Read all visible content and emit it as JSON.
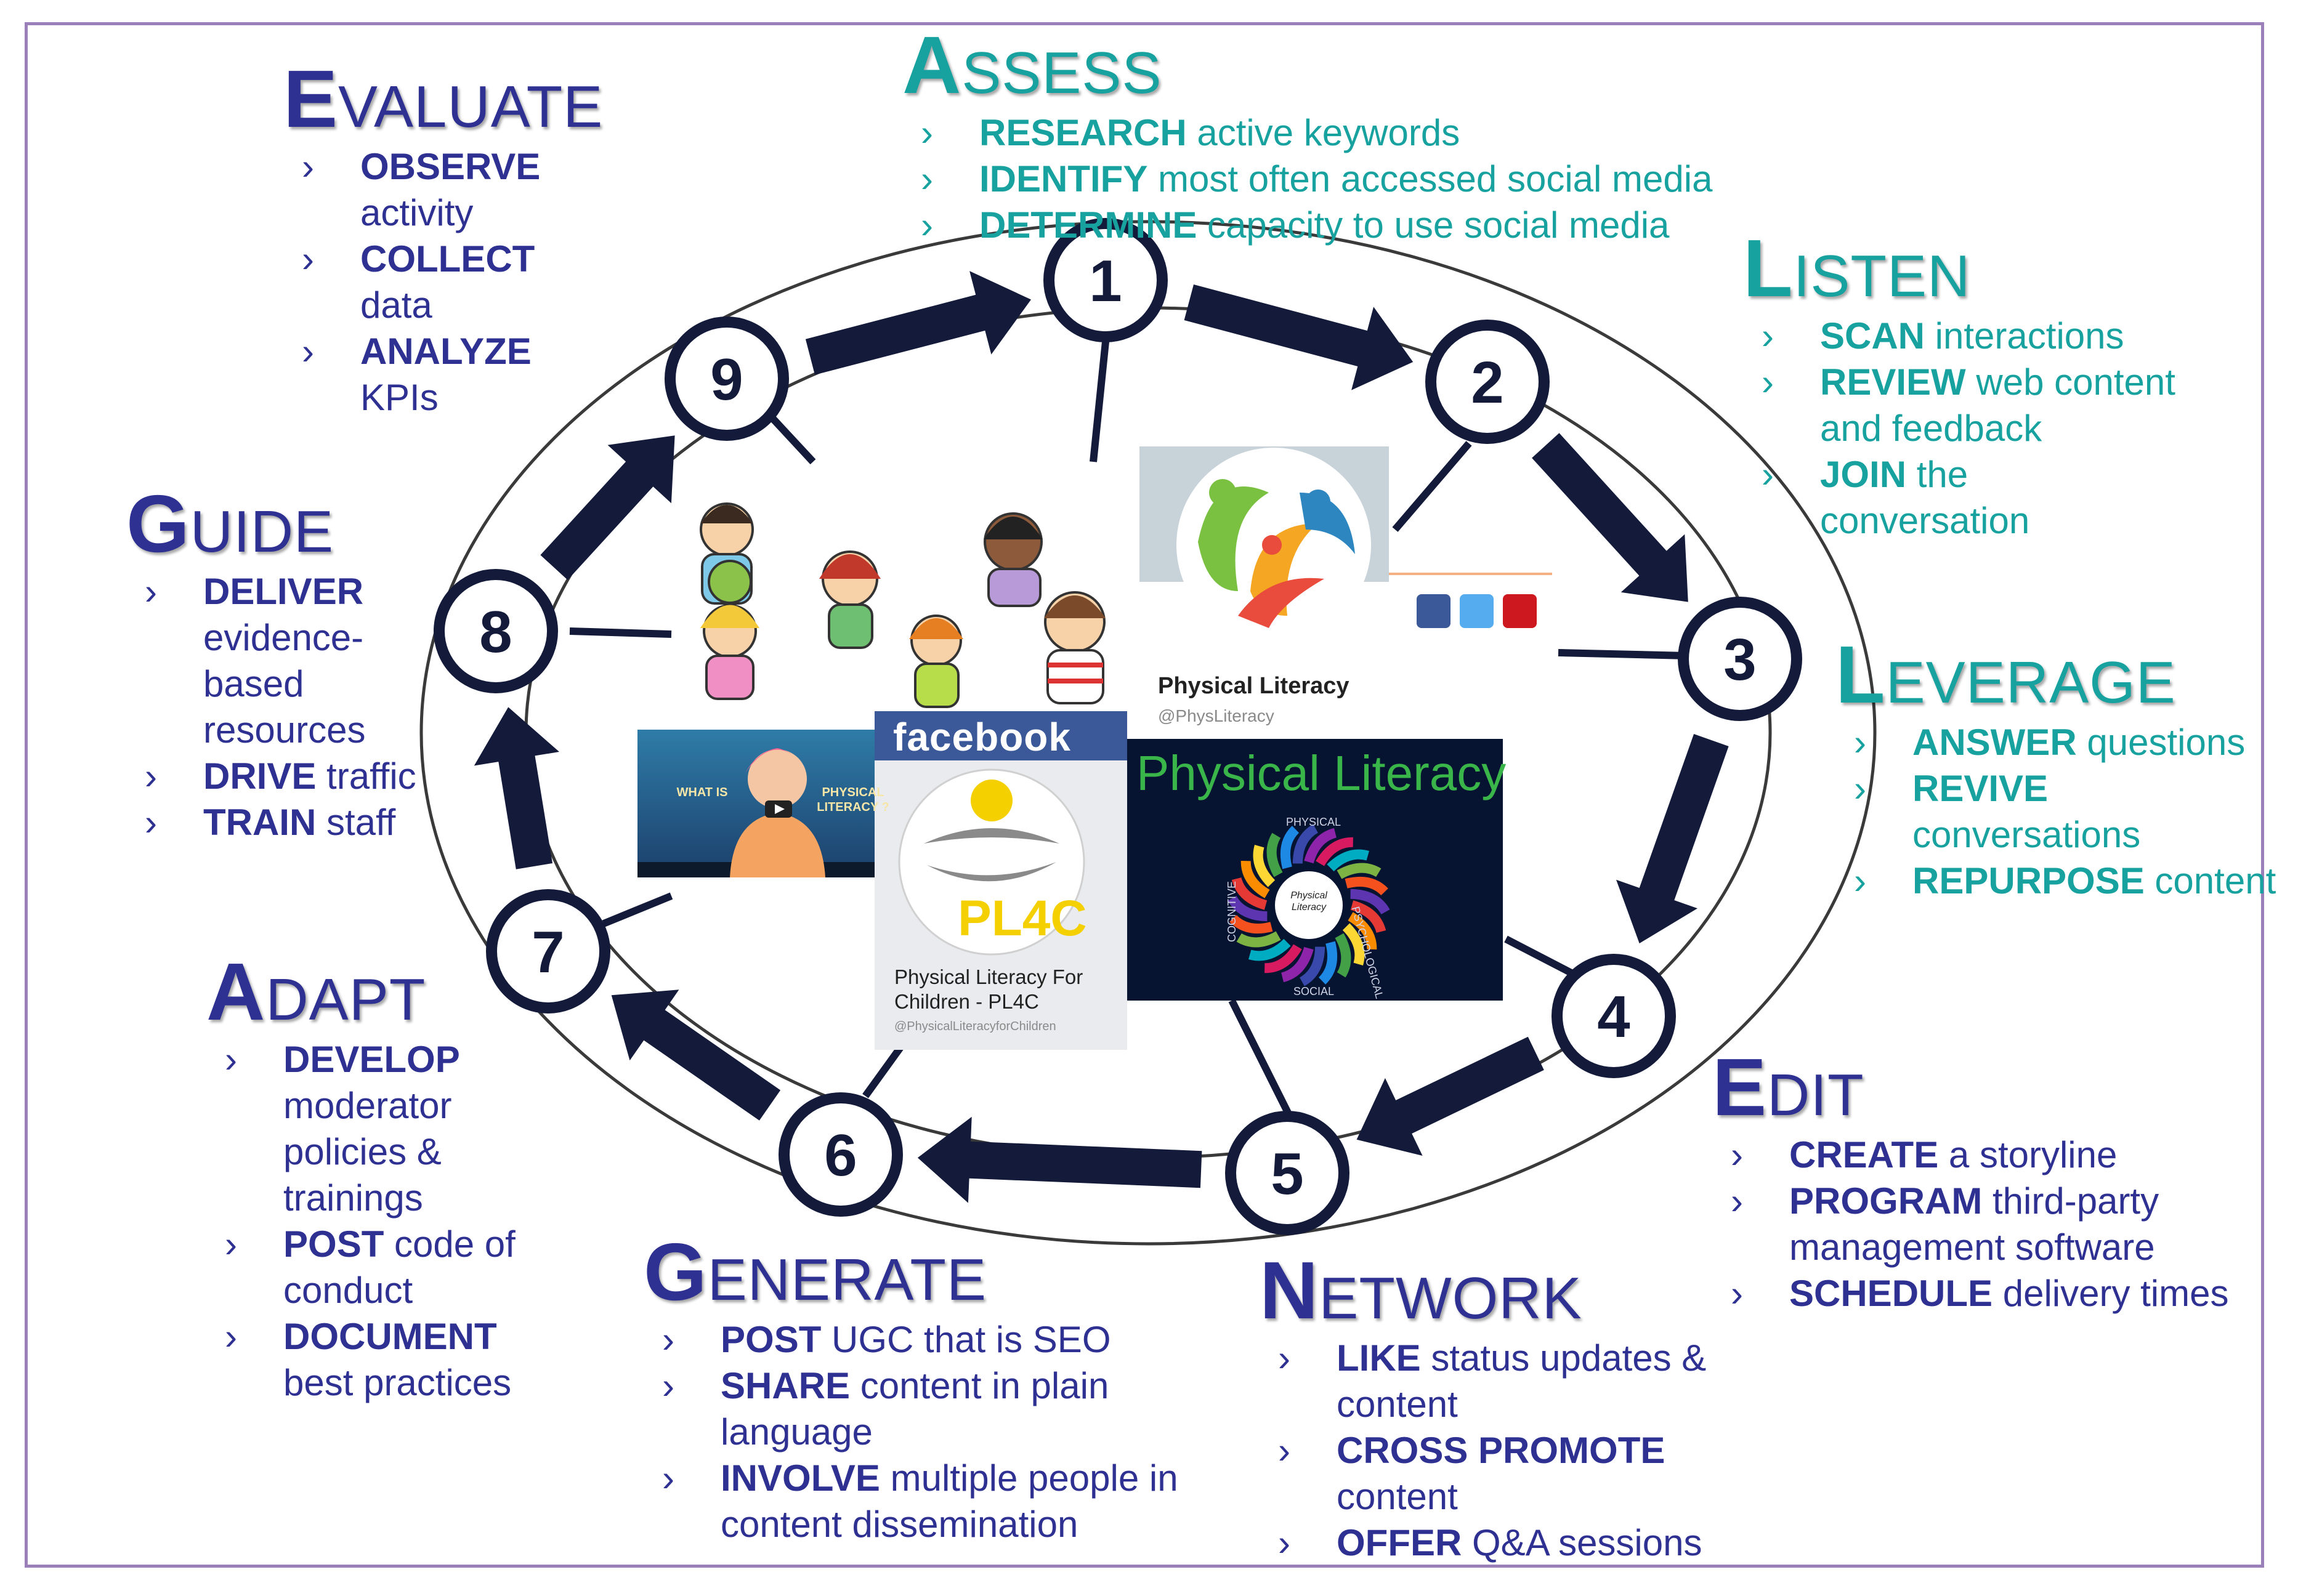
{
  "nodes": [
    "1",
    "2",
    "3",
    "4",
    "5",
    "6",
    "7",
    "8",
    "9"
  ],
  "stages": {
    "assess": {
      "cap": "A",
      "rest": "SSESS",
      "items": [
        {
          "verb": "RESEARCH",
          "text": " active keywords"
        },
        {
          "verb": "IDENTIFY",
          "text": " most often accessed social media"
        },
        {
          "verb": "DETERMINE",
          "text": " capacity to use social media"
        }
      ]
    },
    "listen": {
      "cap": "L",
      "rest": "ISTEN",
      "items": [
        {
          "verb": "SCAN",
          "text": " interactions"
        },
        {
          "verb": "REVIEW",
          "text": " web content and feedback"
        },
        {
          "verb": "JOIN",
          "text": " the conversation"
        }
      ]
    },
    "leverage": {
      "cap": "L",
      "rest": "EVERAGE",
      "items": [
        {
          "verb": "ANSWER",
          "text": " questions"
        },
        {
          "verb": "REVIVE",
          "text": " conversations"
        },
        {
          "verb": "REPURPOSE",
          "text": " content"
        }
      ]
    },
    "edit": {
      "cap": "E",
      "rest": "DIT",
      "items": [
        {
          "verb": "CREATE",
          "text": " a storyline"
        },
        {
          "verb": "PROGRAM",
          "text": "  third-party management software"
        },
        {
          "verb": "SCHEDULE",
          "text": " delivery times"
        }
      ]
    },
    "network": {
      "cap": "N",
      "rest": "ETWORK",
      "items": [
        {
          "verb": "LIKE",
          "text": " status updates & content"
        },
        {
          "verb": "CROSS PROMOTE",
          "text": " content"
        },
        {
          "verb": "OFFER",
          "text": " Q&A sessions"
        }
      ]
    },
    "generate": {
      "cap": "G",
      "rest": "ENERATE",
      "items": [
        {
          "verb": "POST",
          "text": " UGC that is SEO"
        },
        {
          "verb": "SHARE",
          "text": " content in plain language"
        },
        {
          "verb": "INVOLVE",
          "text": " multiple people in content dissemination"
        }
      ]
    },
    "adapt": {
      "cap": "A",
      "rest": "DAPT",
      "items": [
        {
          "verb": "DEVELOP",
          "text": " moderator policies & trainings"
        },
        {
          "verb": "POST",
          "text": " code of conduct"
        },
        {
          "verb": "DOCUMENT",
          "text": " best practices"
        }
      ]
    },
    "guide": {
      "cap": "G",
      "rest": "UIDE",
      "items": [
        {
          "verb": "DELIVER",
          "text": " evidence-based resources"
        },
        {
          "verb": "DRIVE",
          "text": " traffic"
        },
        {
          "verb": "TRAIN",
          "text": " staff"
        }
      ]
    },
    "evaluate": {
      "cap": "E",
      "rest": "VALUATE",
      "items": [
        {
          "verb": "OBSERVE",
          "text": " activity"
        },
        {
          "verb": "COLLECT",
          "text": " data"
        },
        {
          "verb": "ANALYZE",
          "text": " KPIs"
        }
      ]
    }
  },
  "images": {
    "twitter": {
      "name": "Physical Literacy",
      "handle": "@PhysLiteracy"
    },
    "facebook": {
      "brand": "facebook",
      "logo": "PL4C",
      "name": "Physical Literacy For Children - PL4C",
      "handle": "@PhysicalLiteracyforChildren"
    },
    "video": {
      "left": "WHAT IS",
      "right": "PHYSICAL LITERACY ?"
    },
    "poster": {
      "title": "Physical Literacy",
      "center": "Physical Literacy",
      "ring": [
        "PHYSICAL",
        "PSYCHOLOGICAL",
        "SOCIAL",
        "COGNITIVE"
      ]
    }
  },
  "colors": {
    "navy": "#2e3192",
    "teal": "#17a2a0",
    "node_ring": "#141b3a",
    "arrow": "#141b3a",
    "frame": "#9a7fb8"
  }
}
